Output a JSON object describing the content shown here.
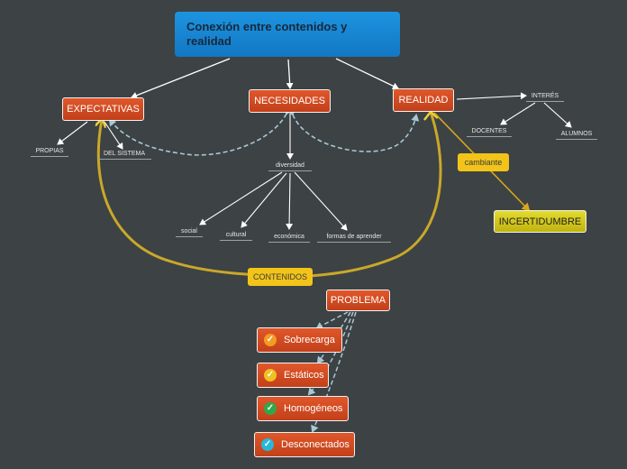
{
  "title": "Conexión entre contenidos y realidad",
  "nodes": {
    "expectativas": "EXPECTATIVAS",
    "necesidades": "NECESIDADES",
    "realidad": "REALIDAD",
    "incertidumbre": "INCERTIDUMBRE",
    "problema": "PROBLEMA"
  },
  "leaves": {
    "propias": "PROPIAS",
    "del_sistema": "DEL SISTEMA",
    "diversidad": "diversidad",
    "social": "social",
    "cultural": "cultural",
    "economica": "económica",
    "formas_de_aprender": "formas de aprender",
    "interes": "INTERÉS",
    "docentes": "DOCENTES",
    "alumnos": "ALUMNOS"
  },
  "relations": {
    "cambiante": "cambiante",
    "contenidos": "CONTENIDOS"
  },
  "tasks": [
    {
      "label": "Sobrecarga",
      "icon": "check-icon",
      "color": "#f59a23"
    },
    {
      "label": "Estáticos",
      "icon": "check-icon",
      "color": "#f0c020"
    },
    {
      "label": "Homogéneos",
      "icon": "check-icon",
      "color": "#2ea84a"
    },
    {
      "label": "Desconectados",
      "icon": "check-icon",
      "color": "#27b8d8"
    }
  ],
  "colors": {
    "background": "#3d4244",
    "title": "#1584d2",
    "node": "#d34b22",
    "relation": "#f2c41a",
    "connector": "#ffffff",
    "dashed": "#a8c8d6",
    "arc": "#c9a82a"
  }
}
